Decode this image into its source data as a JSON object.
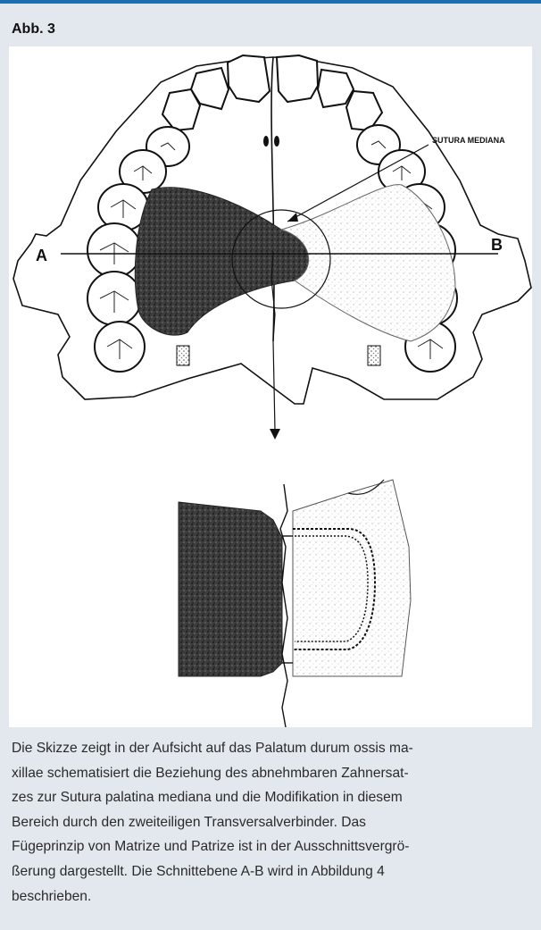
{
  "figure": {
    "label": "Abb. 3",
    "annotations": {
      "sutura": "SUTURA MEDIANA",
      "point_a": "A",
      "point_b": "B"
    },
    "accent_color": "#1a6fb0"
  },
  "caption": {
    "lines": [
      "Die Skizze zeigt in der Aufsicht auf das Palatum durum ossis ma-",
      "xillae schematisiert die Beziehung des abnehmbaren Zahnersat-",
      "zes zur Sutura palatina mediana und die Modifikation in diesem",
      "Bereich durch den zweiteiligen Transversalverbinder. Das",
      "Fügeprinzip von Matrize und Patrize ist in der Ausschnittsvergrö-",
      "ßerung dargestellt. Die Schnittebene A-B wird in Abbildung 4",
      "beschrieben."
    ]
  }
}
